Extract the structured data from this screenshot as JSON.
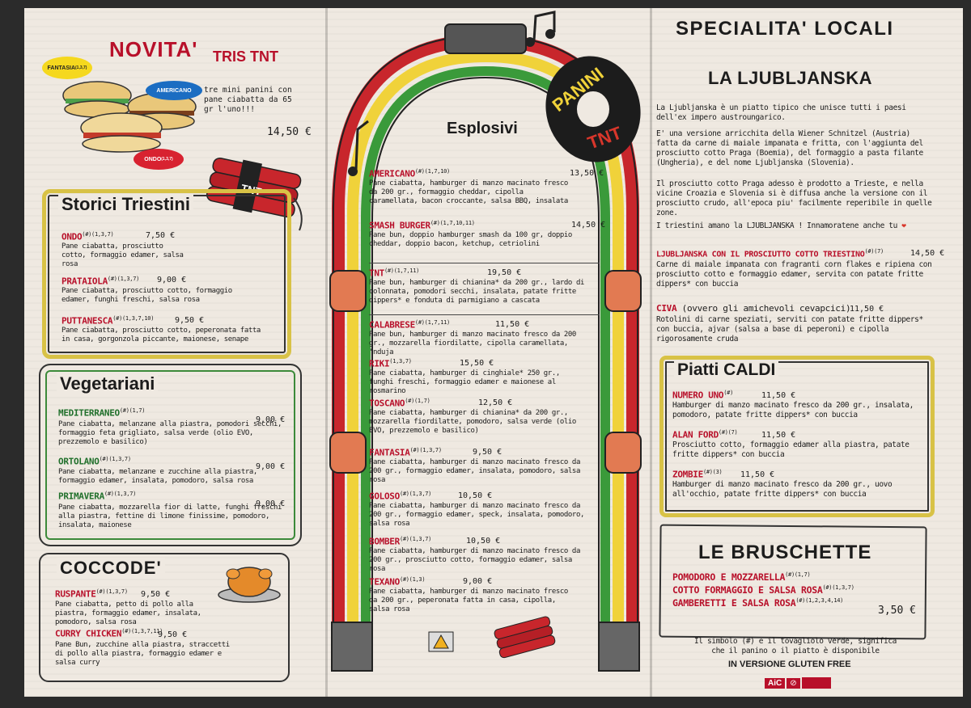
{
  "left": {
    "novita": {
      "title": "NOVITA'",
      "tris_title": "TRIS TNT",
      "desc": "tre mini panini con pane ciabatta da 65 gr l'uno!!!",
      "price": "14,50 €",
      "badges": [
        {
          "label": "FANTASIA",
          "sup": "(1,3,7)"
        },
        {
          "label": "AMERICANO",
          "sup": ""
        },
        {
          "label": "ONDO",
          "sup": "(1,3,7)"
        }
      ]
    },
    "storici": {
      "title": "Storici Triestini",
      "items": [
        {
          "name": "ONDO",
          "sup": "(#)(1,3,7)",
          "price": "7,50 €",
          "desc": "Pane ciabatta, prosciutto cotto, formaggio edamer, salsa rosa"
        },
        {
          "name": "PRATAIOLA",
          "sup": "(#)(1,3,7)",
          "price": "9,00 €",
          "desc": "Pane ciabatta, prosciutto cotto, formaggio edamer, funghi freschi, salsa rosa"
        },
        {
          "name": "PUTTANESCA",
          "sup": "(#)(1,3,7,10)",
          "price": "9,50 €",
          "desc": "Pane ciabatta, prosciutto cotto, peperonata fatta in casa, gorgonzola piccante, maionese, senape"
        }
      ]
    },
    "vegetariani": {
      "title": "Vegetariani",
      "items": [
        {
          "name": "MEDITERRANEO",
          "sup": "(#)(1,7)",
          "price": "9,00 €",
          "desc": "Pane ciabatta, melanzane alla piastra, pomodori secchi, formaggio feta grigliato, salsa verde (olio EVO, prezzemolo e basilico)"
        },
        {
          "name": "ORTOLANO",
          "sup": "(#)(1,3,7)",
          "price": "9,00 €",
          "desc": "Pane ciabatta, melanzane e zucchine alla piastra, formaggio edamer, insalata, pomodoro, salsa rosa"
        },
        {
          "name": "PRIMAVERA",
          "sup": "(#)(1,3,7)",
          "price": "9,00 €",
          "desc": "Pane ciabatta, mozzarella fior di latte, funghi freschi alla piastra, fettine di limone finissime, pomodoro, insalata, maionese"
        }
      ]
    },
    "coccode": {
      "title": "COCCODE'",
      "items": [
        {
          "name": "RUSPANTE",
          "sup": "(#)(1,3,7)",
          "price": "9,50 €",
          "desc": "Pane ciabatta, petto di pollo alla piastra, formaggio edamer, insalata, pomodoro, salsa rosa"
        },
        {
          "name": "CURRY CHICKEN",
          "sup": "(#)(1,3,7,11)",
          "price": "9,50 €",
          "desc": "Pane Bun, zucchine alla piastra, straccetti di pollo alla piastra, formaggio edamer e salsa curry"
        }
      ]
    }
  },
  "middle": {
    "logo_line1": "PANINI",
    "logo_line2": "TNT",
    "title": "Esplosivi",
    "items": [
      {
        "name": "AMERICANO",
        "sup": "(#)(1,7,10)",
        "price": "13,50 €",
        "desc": "Pane ciabatta, hamburger di manzo macinato fresco da 200 gr., formaggio cheddar, cipolla caramellata, bacon croccante, salsa BBQ, insalata"
      },
      {
        "name": "SMASH BURGER",
        "sup": "(#)(1,7,10,11)",
        "price": "14,50 €",
        "desc": "Pane bun, doppio hamburger smash da 100 gr, doppio cheddar, doppio bacon, ketchup, cetriolini"
      },
      {
        "name": "TNT",
        "sup": "(#)(1,7,11)",
        "price": "19,50 €",
        "desc": "Pane bun, hamburger di chianina* da 200 gr., lardo di colonnata, pomodori secchi, insalata, patate fritte dippers* e fonduta di parmigiano a cascata"
      },
      {
        "name": "CALABRESE",
        "sup": "(#)(1,7,11)",
        "price": "11,50 €",
        "desc": "Pane bun, hamburger di manzo macinato fresco da 200 gr., mozzarella fiordilatte, cipolla caramellata, 'nduja"
      },
      {
        "name": "RIKI",
        "sup": "(1,3,7)",
        "price": "15,50 €",
        "desc": "Pane ciabatta, hamburger di cinghiale* 250 gr., funghi freschi, formaggio edamer e maionese al rosmarino"
      },
      {
        "name": "TOSCANO",
        "sup": "(#)(1,7)",
        "price": "12,50 €",
        "desc": "Pane ciabatta, hamburger di chianina* da 200 gr., mozzarella fiordilatte, pomodoro, salsa verde (olio EVO, prezzemolo e basilico)"
      },
      {
        "name": "FANTASIA",
        "sup": "(#)(1,3,7)",
        "price": "9,50 €",
        "desc": "Pane ciabatta, hamburger di manzo macinato fresco da 200 gr., formaggio edamer, insalata, pomodoro, salsa rosa"
      },
      {
        "name": "GOLOSO",
        "sup": "(#)(1,3,7)",
        "price": "10,50 €",
        "desc": "Pane ciabatta, hamburger di manzo macinato fresco da 200 gr., formaggio edamer, speck, insalata, pomodoro, salsa rosa"
      },
      {
        "name": "BOMBER",
        "sup": "(#)(1,3,7)",
        "price": "10,50 €",
        "desc": "Pane ciabatta, hamburger di manzo macinato fresco da 200 gr., prosciutto cotto, formaggio edamer, salsa rosa"
      },
      {
        "name": "TEXANO",
        "sup": "(#)(1,3)",
        "price": "9,00 €",
        "desc": "Pane ciabatta, hamburger di manzo macinato fresco da 200 gr., peperonata fatta in casa, cipolla, salsa rosa"
      }
    ]
  },
  "right": {
    "title": "SPECIALITA' LOCALI",
    "subtitle": "LA LJUBLJANSKA",
    "paragraphs": [
      "La Ljubljanska è un piatto tipico che unisce tutti i paesi dell'ex impero austroungarico.",
      "E' una versione arricchita della Wiener Schnitzel (Austria) fatta da carne di maiale impanata e fritta, con l'aggiunta del prosciutto cotto Praga (Boemia), del formaggio a pasta filante (Ungheria), e del nome Ljubljanska (Slovenia).",
      "Il prosciutto cotto Praga adesso è prodotto a Trieste, e nella vicine Croazia e Slovenia si è diffusa anche la versione con il prosciutto crudo, all'epoca piu' facilmente reperibile in quelle zone.",
      "I triestini amano la LJUBLJANSKA ! Innamoratene anche tu"
    ],
    "specials": [
      {
        "name": "LJUBLJANSKA CON IL PROSCIUTTO COTTO TRIESTINO",
        "sup": "(#)(7)",
        "price": "14,50 €",
        "desc": "Carne di maiale impanata con fragranti corn flakes e ripiena con prosciutto cotto e formaggio edamer, servita con patate fritte dippers* con buccia"
      },
      {
        "name": "CIVA",
        "sub": "(ovvero gli amichevoli cevapcici)",
        "price": "11,50 €",
        "desc": "Rotolini di carne speziati, serviti con patate fritte dippers* con buccia, ajvar (salsa a base di peperoni) e cipolla rigorosamente cruda"
      }
    ],
    "caldi": {
      "title": "Piatti CALDI",
      "items": [
        {
          "name": "NUMERO UNO",
          "sup": "(#)",
          "price": "11,50 €",
          "desc": "Hamburger di manzo macinato fresco da 200 gr., insalata, pomodoro, patate fritte dippers* con buccia"
        },
        {
          "name": "ALAN FORD",
          "sup": "(#)(7)",
          "price": "11,50 €",
          "desc": "Prosciutto cotto, formaggio edamer alla piastra, patate fritte dippers* con buccia"
        },
        {
          "name": "ZOMBIE",
          "sup": "(#)(3)",
          "price": "11,50 €",
          "desc": "Hamburger di manzo macinato fresco da 200 gr., uovo all'occhio, patate fritte dippers* con buccia"
        }
      ]
    },
    "bruschette": {
      "title": "LE BRUSCHETTE",
      "items": [
        {
          "name": "POMODORO E MOZZARELLA",
          "sup": "(#)(1,7)"
        },
        {
          "name": "COTTO FORMAGGIO E SALSA ROSA",
          "sup": "(#)(1,3,7)"
        },
        {
          "name": "GAMBERETTI E SALSA ROSA",
          "sup": "(#)(1,2,3,4,14)"
        }
      ],
      "price": "3,50 €"
    },
    "gluten_note": "Il simbolo (#) e il tovagliolo verde, significa che il panino o il piatto è disponibile",
    "gluten_bold": "IN VERSIONE GLUTEN FREE",
    "aic_label": "AiC",
    "colors": {
      "red": "#b8102a",
      "green": "#1f6f2a",
      "yellow": "#f0d23a",
      "rasta_red": "#d8362b",
      "rasta_green": "#3a9a3a"
    }
  }
}
